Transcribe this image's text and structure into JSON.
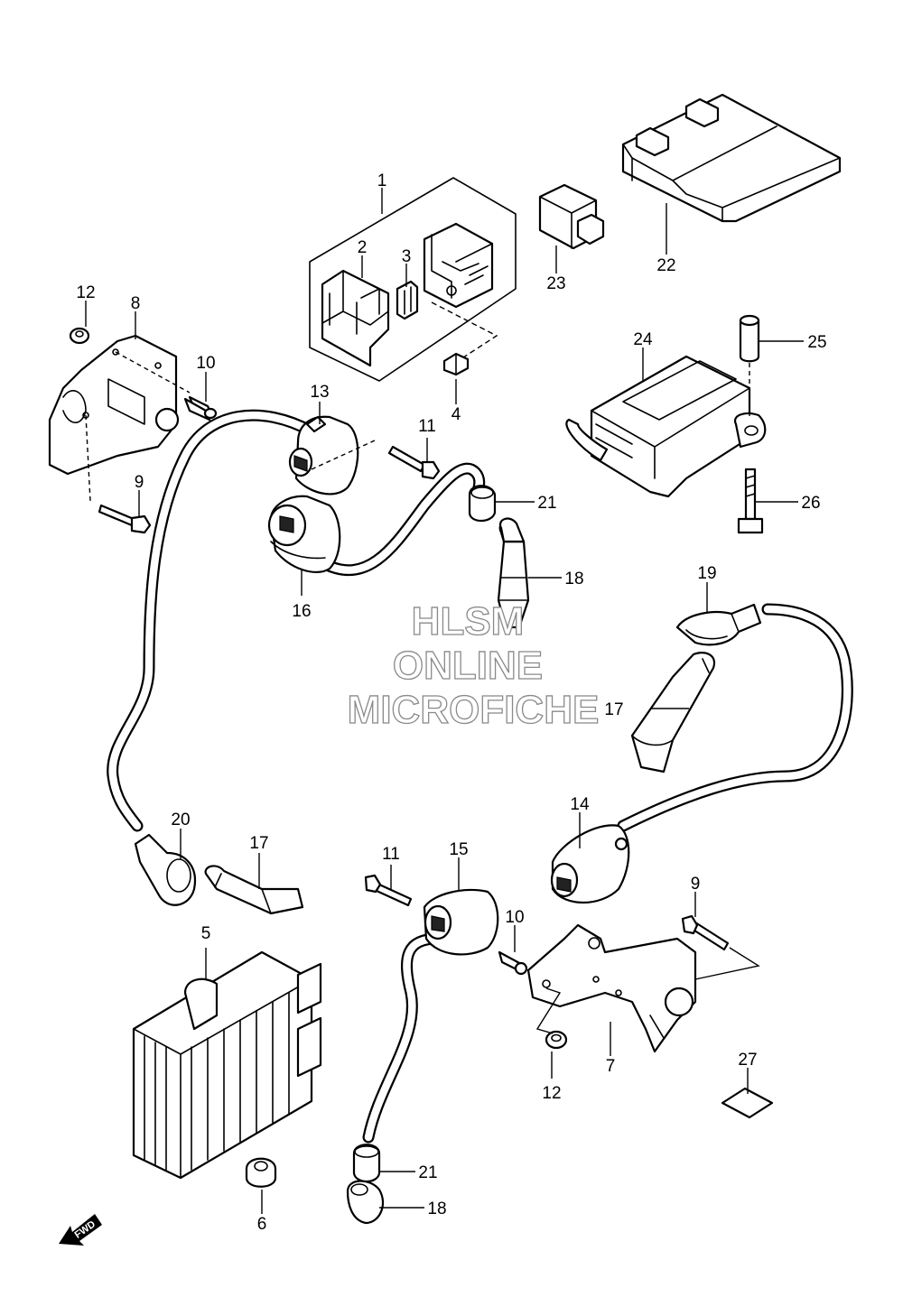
{
  "callouts": {
    "c1": "1",
    "c2": "2",
    "c3": "3",
    "c4": "4",
    "c5": "5",
    "c6": "6",
    "c7": "7",
    "c8": "8",
    "c9a": "9",
    "c9b": "9",
    "c10a": "10",
    "c10b": "10",
    "c11a": "11",
    "c11b": "11",
    "c12a": "12",
    "c12b": "12",
    "c13": "13",
    "c14": "14",
    "c15": "15",
    "c16": "16",
    "c17a": "17",
    "c17b": "17",
    "c18a": "18",
    "c18b": "18",
    "c19": "19",
    "c20": "20",
    "c21a": "21",
    "c21b": "21",
    "c22": "22",
    "c23": "23",
    "c24": "24",
    "c25": "25",
    "c26": "26",
    "c27": "27"
  },
  "watermark": {
    "line1": "HLSM",
    "line2": "ONLINE",
    "line3": "MICROFICHE"
  },
  "fwd_label": "FWD",
  "colors": {
    "line": "#000000",
    "background": "#ffffff",
    "watermark_outline": "#8a8a8a"
  }
}
